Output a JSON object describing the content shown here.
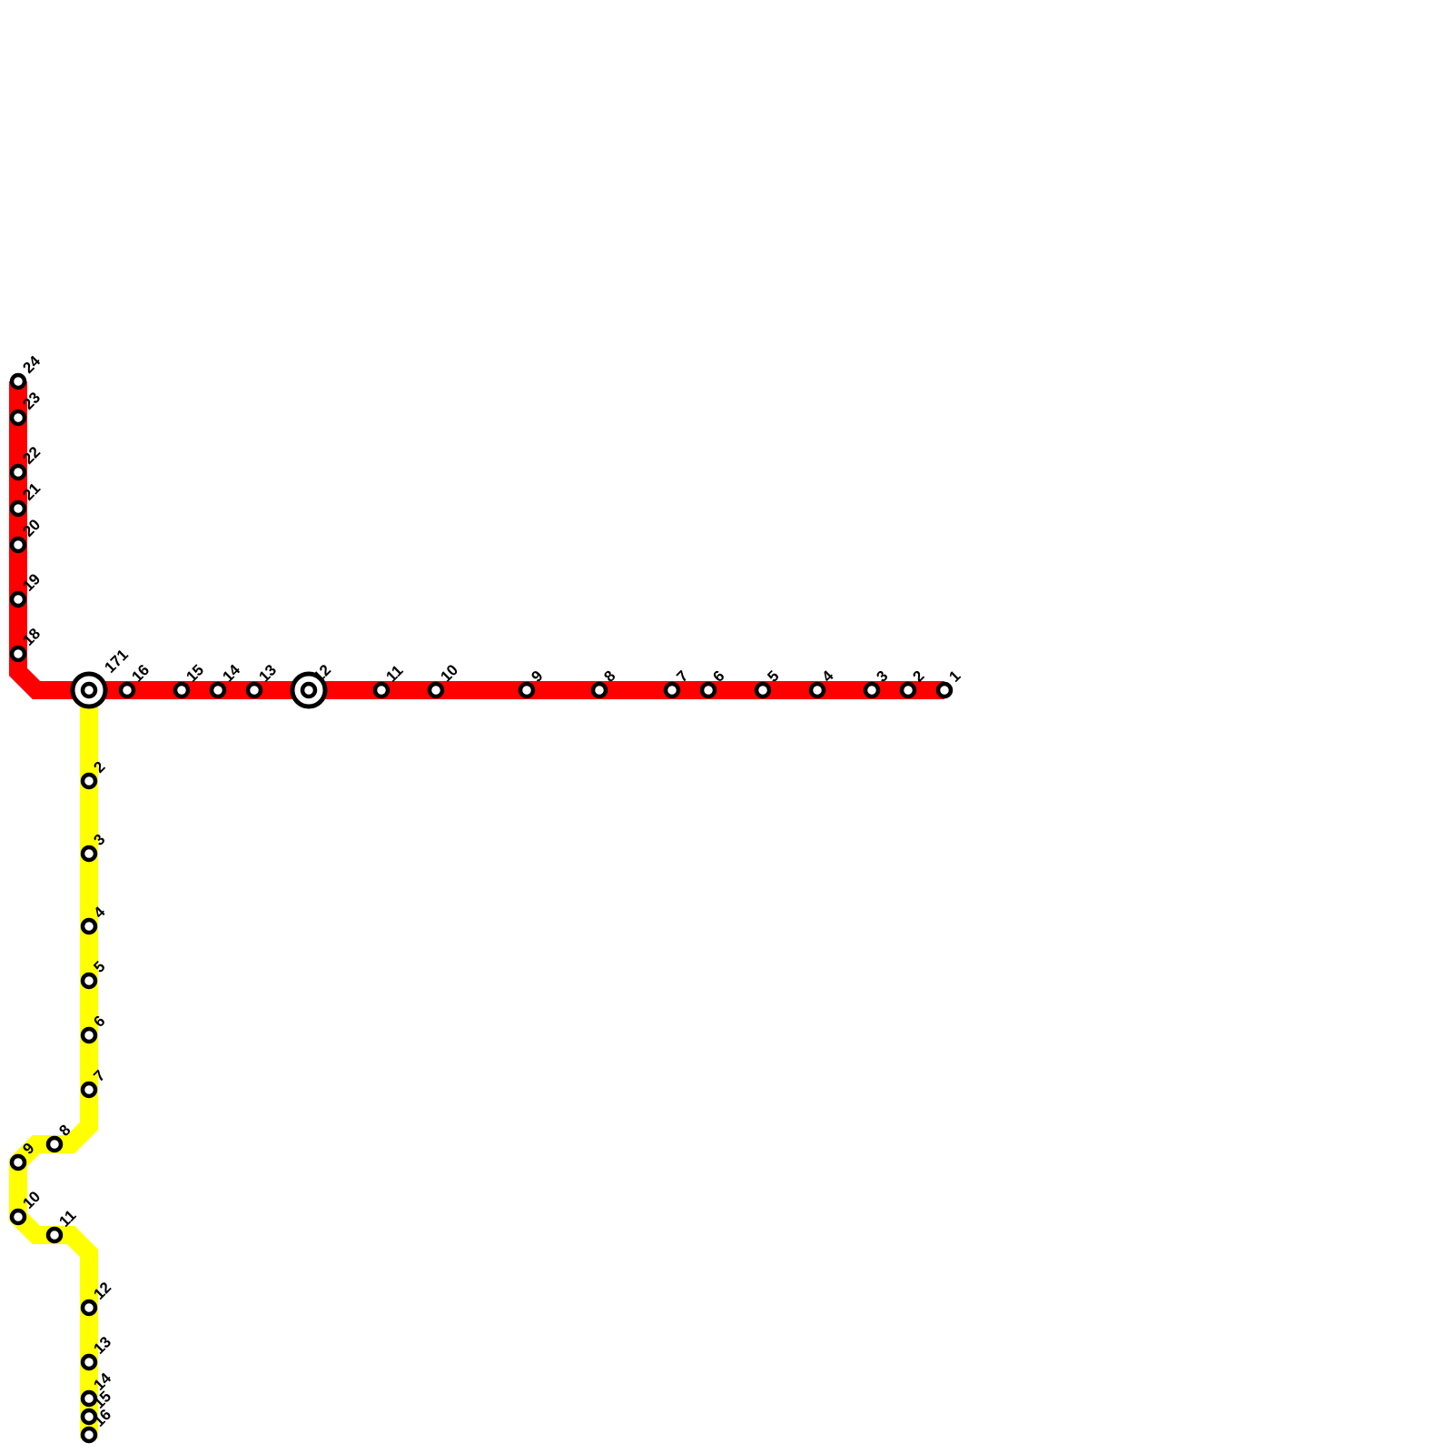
{
  "lines": [
    {
      "id": "red",
      "color": "#ff0000",
      "stations": [
        "1",
        "2",
        "3",
        "4",
        "5",
        "6",
        "7",
        "8",
        "9",
        "10",
        "11",
        "12",
        "13",
        "14",
        "15",
        "16",
        "17",
        "18",
        "19",
        "20",
        "21",
        "22",
        "23",
        "24"
      ]
    },
    {
      "id": "yellow",
      "color": "#ffff00",
      "stations": [
        "1",
        "2",
        "3",
        "4",
        "5",
        "6",
        "7",
        "8",
        "9",
        "10",
        "11",
        "12",
        "13",
        "14",
        "15",
        "16"
      ]
    }
  ],
  "interchange_label": "171"
}
